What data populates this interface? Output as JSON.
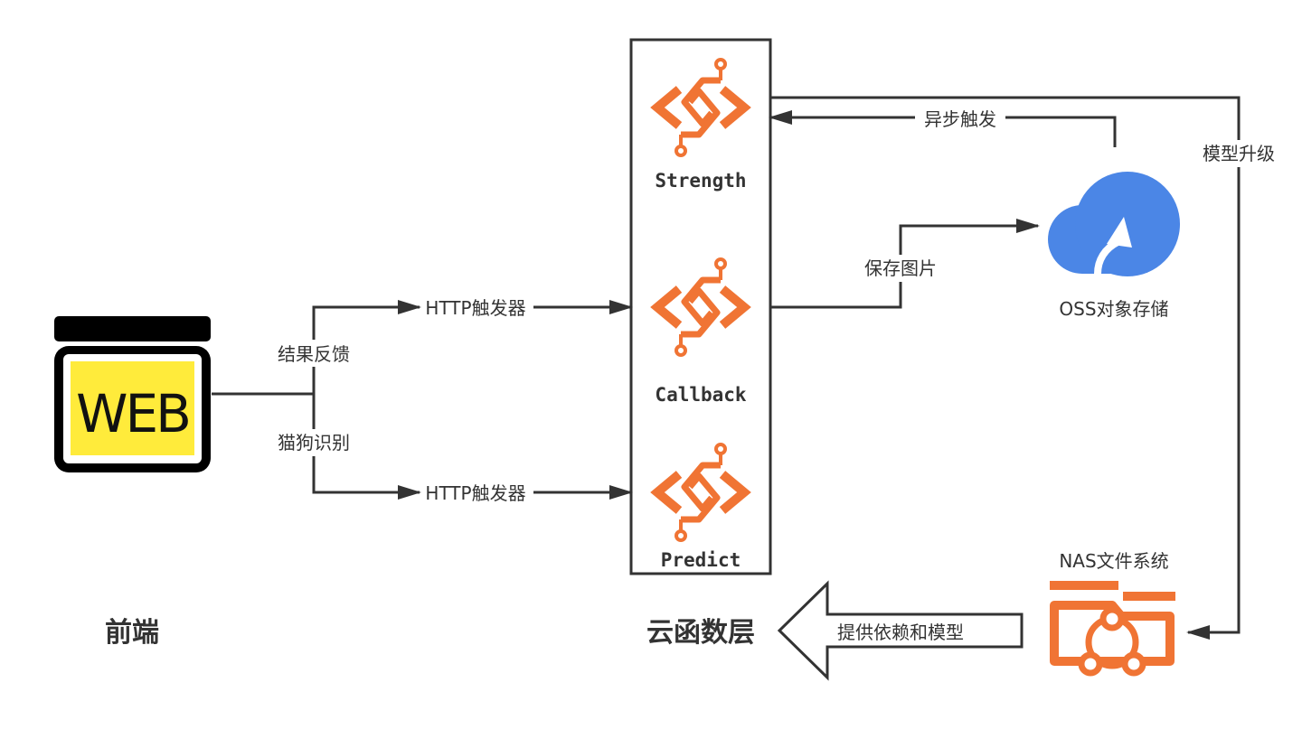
{
  "sections": {
    "frontend": "前端",
    "function_layer": "云函数层"
  },
  "web_app": {
    "label": "WEB"
  },
  "functions": [
    {
      "name": "Strength"
    },
    {
      "name": "Callback"
    },
    {
      "name": "Predict"
    }
  ],
  "storage": {
    "oss": "OSS对象存储",
    "nas": "NAS文件系统"
  },
  "edges": {
    "feedback": "结果反馈",
    "recognition": "猫狗识别",
    "http_trigger_top": "HTTP触发器",
    "http_trigger_bottom": "HTTP触发器",
    "save_image": "保存图片",
    "async_trigger": "异步触发",
    "model_upgrade": "模型升级",
    "provide_deps": "提供依赖和模型"
  },
  "colors": {
    "function_icon": "#F07434",
    "oss_icon": "#4B86E6",
    "nas_icon": "#F07434",
    "web_fill": "#FFEB3B",
    "line": "#333333"
  }
}
